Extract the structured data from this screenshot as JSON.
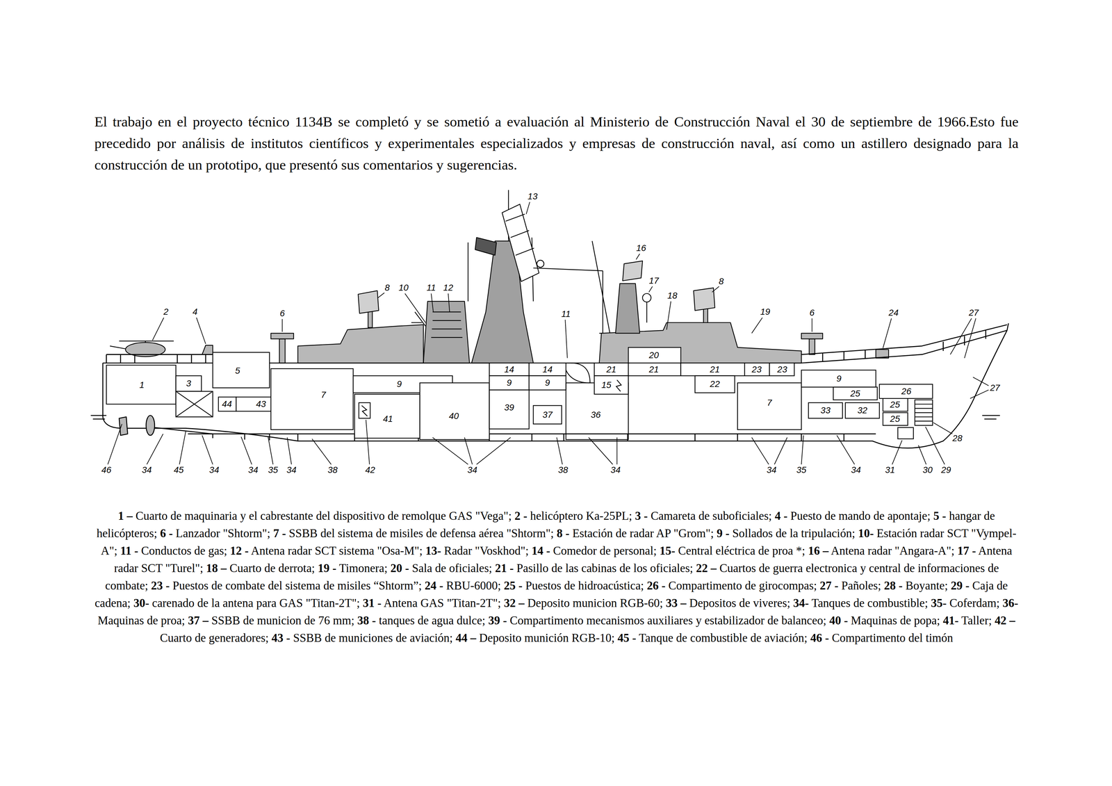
{
  "diagram": {
    "labels": [
      "El trabajo en el proyecto técnico 1134B se completó y se sometió a evaluación al Ministerio de Construcción Naval el 30 de septiembre de 1966.Esto fue precedido por análisis de institutos científicos y experimentales especializados y empresas de construcción naval, así como un astillero designado para la construcción de un prototipo, que presentó sus comentarios y sugerencias.",
      "13",
      "16",
      "8",
      "10",
      "11",
      "12",
      "17",
      "8",
      "18",
      "2",
      "4",
      "6",
      "11",
      "19",
      "6",
      "24",
      "27",
      "20",
      "5",
      "1",
      "3",
      "14",
      "14",
      "21",
      "21",
      "21",
      "23",
      "23",
      "9",
      "9",
      "9",
      "15",
      "22",
      "9",
      "26",
      "25",
      "7",
      "7",
      "27",
      "44",
      "43",
      "39",
      "25",
      "41",
      "40",
      "37",
      "36",
      "33",
      "32",
      "25",
      "28",
      "46",
      "34",
      "45",
      "34",
      "34",
      "35",
      "34",
      "38",
      "42",
      "34",
      "38",
      "34",
      "34",
      "35",
      "34",
      "31",
      "30",
      "29",
      "1 –",
      "Cuarto de maquinaria y el cabrestante del dispositivo de remolque GAS \"Vega\";",
      "2 -",
      "helicóptero Ka-25PL;",
      "3 -",
      "Camareta de suboficiales;",
      "4 -",
      "Puesto de mando de apontaje;",
      "5 -",
      "hangar de helicópteros;",
      "6 -",
      "Lanzador \"Shtorm\";",
      "7 -",
      "SSBB del sistema de misiles de defensa aérea \"Shtorm\";",
      "8 -",
      "Estación de radar AP \"Grom\";",
      "9 -",
      "Sollados de la tripulación;",
      "10-",
      "Estación radar SCT \"Vympel-A\";",
      "11 -",
      "Conductos de gas;",
      "12 -",
      "Antena radar SCT sistema \"Osa-M\";",
      "13-",
      "Radar \"Voskhod\";",
      "14 -",
      "Comedor de personal;",
      "15-",
      "Central eléctrica de proa *;",
      "16 –",
      "Antena radar \"Angara-A\";",
      "17 -",
      "Antena radar SCT \"Turel\";",
      "18 –",
      "Cuarto de derrota;",
      "19 -",
      "Timonera;",
      "20 -",
      "Sala de oficiales;",
      "21 -",
      "Pasillo de las cabinas de los oficiales;",
      "22 –",
      "Cuartos de guerra electronica y central de informaciones de combate;",
      "23 -",
      "Puestos de combate del sistema de misiles “Shtorm”;",
      "24 -",
      "RBU-6000;",
      "25 -",
      "Puestos de hidroacústica;",
      "26 -",
      "Compartimento de girocompas;",
      "27 -",
      "Pañoles;",
      "28 -",
      "Boyante;",
      "29 -",
      "Caja de cadena;",
      "30-",
      "carenado de la antena para GAS \"Titan-2T\";",
      "31 -",
      "Antena GAS \"Titan-2T\";",
      "32 –",
      "Deposito municion RGB-60;",
      "33 –",
      "Depositos de viveres;",
      "34-",
      "Tanques de combustible;",
      "35-",
      "Coferdam;",
      "36-",
      "Maquinas de proa;",
      "37 –",
      "SSBB de municion de 76 mm;",
      "38 -",
      "tanques de agua dulce;",
      "39 -",
      "Compartimento mecanismos auxiliares y estabilizador de balanceo;",
      "40 -",
      "Maquinas de popa;",
      "41-",
      "Taller;",
      "42 –",
      "Cuarto de generadores;",
      "43 -",
      "SSBB de municiones de aviación;",
      "44 –",
      "Deposito munición RGB-10;",
      "45 -",
      "Tanque de combustible de aviación;",
      "46 -",
      "Compartimento del timón"
    ]
  }
}
